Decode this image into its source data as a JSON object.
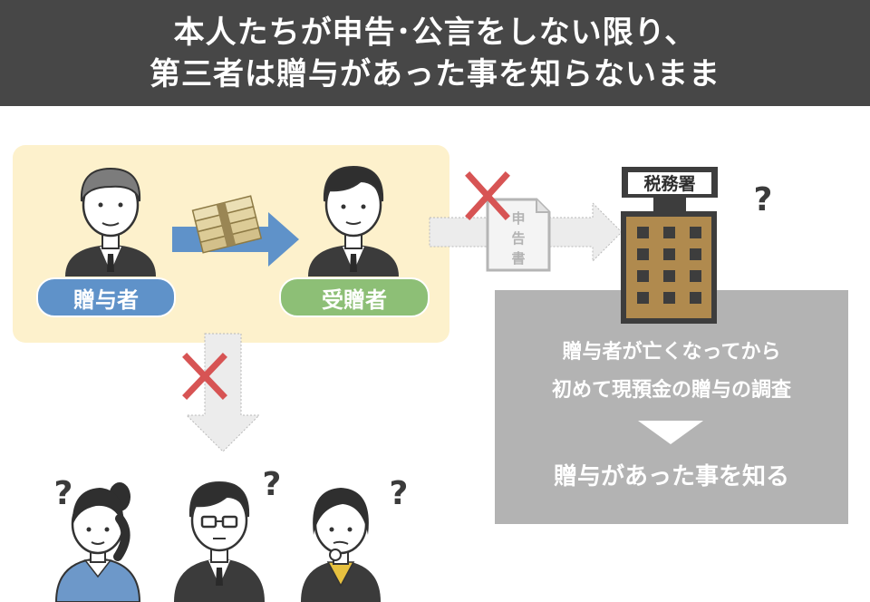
{
  "title": {
    "line1": "本人たちが申告･公言をしない限り、",
    "line2": "第三者は贈与があった事を知らないまま"
  },
  "labels": {
    "giver": "贈与者",
    "receiver": "受贈者",
    "tax_office": "税務署",
    "declaration": "申告書",
    "question": "?"
  },
  "explanation": {
    "line1": "贈与者が亡くなってから",
    "line2": "初めて現預金の贈与の調査",
    "result": "贈与があった事を知る"
  },
  "colors": {
    "header_bg": "#474747",
    "panel_bg": "#fdf1cc",
    "giver_pill": "#5f92c9",
    "receiver_pill": "#8dbf76",
    "gray_box": "#b3b3b3",
    "cross": "#d75454",
    "building": "#b08a4e"
  }
}
